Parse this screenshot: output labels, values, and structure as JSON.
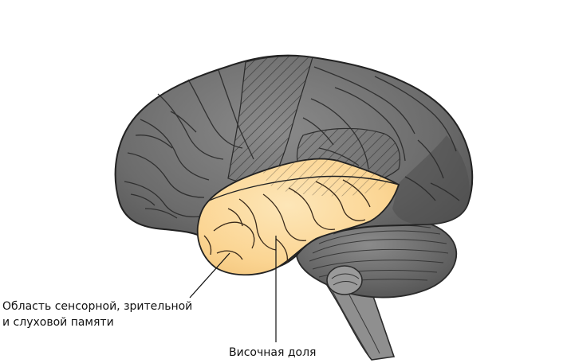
{
  "labels": {
    "sensory_memory_line1": "Область сенсорной, зрительной",
    "sensory_memory_line2": "и слуховой памяти",
    "temporal_lobe": "Височная доля"
  },
  "colors": {
    "cortex_dark": "#5d5d5d",
    "cortex_mid": "#7c7c7c",
    "cortex_light": "#8e8e8e",
    "temporal_highlight": "#fbd89a",
    "temporal_highlight_light": "#fde8bd",
    "cerebellum": "#6a6a6a",
    "brainstem": "#8a8a8a",
    "outline": "#2b2b2b",
    "hatch": "#3a3a3a"
  }
}
